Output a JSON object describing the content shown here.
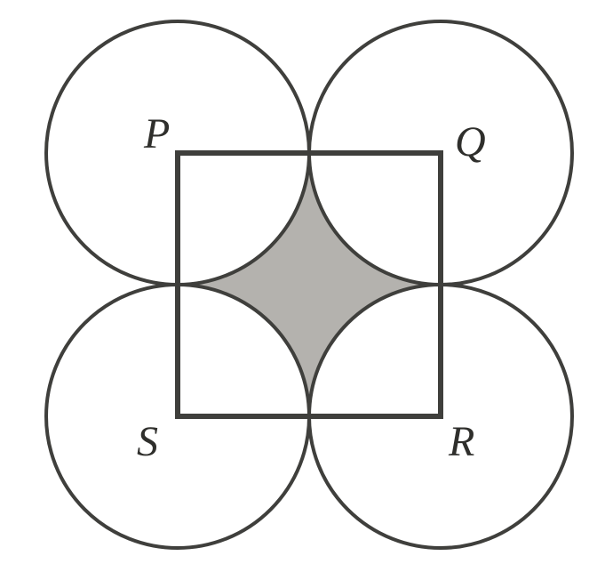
{
  "figure": {
    "vertices": {
      "top_left": "P",
      "top_right": "Q",
      "bottom_right": "R",
      "bottom_left": "S"
    },
    "colors": {
      "stroke": "#3f3f3c",
      "shaded_region": "#b4b2ae",
      "label": "#2f2f2c",
      "background": "#ffffff"
    }
  }
}
